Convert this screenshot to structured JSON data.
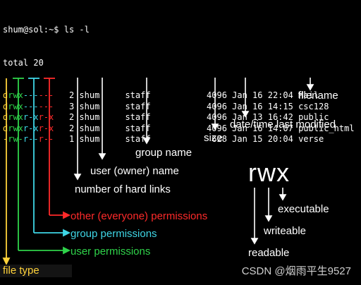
{
  "terminal": {
    "prompt": "shum@sol:~$",
    "command": "ls -l",
    "total": "total 20",
    "rows": [
      {
        "type": "d",
        "owner": "rwx",
        "group": "---",
        "other": "---",
        "links": "2",
        "user": "shum",
        "grp": "staff",
        "size": "4096",
        "month": "Jan",
        "day": "16",
        "time": "22:04",
        "name": "Mail"
      },
      {
        "type": "d",
        "owner": "rwx",
        "group": "---",
        "other": "---",
        "links": "3",
        "user": "shum",
        "grp": "staff",
        "size": "4096",
        "month": "Jan",
        "day": "16",
        "time": "14:15",
        "name": "csc128"
      },
      {
        "type": "d",
        "owner": "rwx",
        "group": "r-x",
        "other": "r-x",
        "links": "2",
        "user": "shum",
        "grp": "staff",
        "size": "4096",
        "month": "Jan",
        "day": "13",
        "time": "16:42",
        "name": "public"
      },
      {
        "type": "d",
        "owner": "rwx",
        "group": "r-x",
        "other": "r-x",
        "links": "2",
        "user": "shum",
        "grp": "staff",
        "size": "4096",
        "month": "Jan",
        "day": "16",
        "time": "14:07",
        "name": "public_html"
      },
      {
        "type": "-",
        "owner": "rw-",
        "group": "r--",
        "other": "r--",
        "links": "1",
        "user": "shum",
        "grp": "staff",
        "size": "628",
        "month": "Jan",
        "day": "15",
        "time": "20:04",
        "name": "verse"
      }
    ]
  },
  "labels": {
    "filename": "filename",
    "date": "date/time last modified",
    "size": "size",
    "group_name": "group name",
    "user_name": "user (owner) name",
    "hard_links": "number of hard links",
    "other_perm": "other (everyone) permissions",
    "group_perm": "group permissions",
    "user_perm": "user permissions",
    "file_type": "file type"
  },
  "rwx": {
    "big": "rwx",
    "executable": "executable",
    "writeable": "writeable",
    "readable": "readable"
  },
  "watermark": "CSDN @烟雨平生9527",
  "colors": {
    "file_type": "#ffd23a",
    "user": "#2fd34a",
    "group": "#3fd6e6",
    "other": "#ff2a2a",
    "text": "#ffffff",
    "background": "#000000"
  }
}
